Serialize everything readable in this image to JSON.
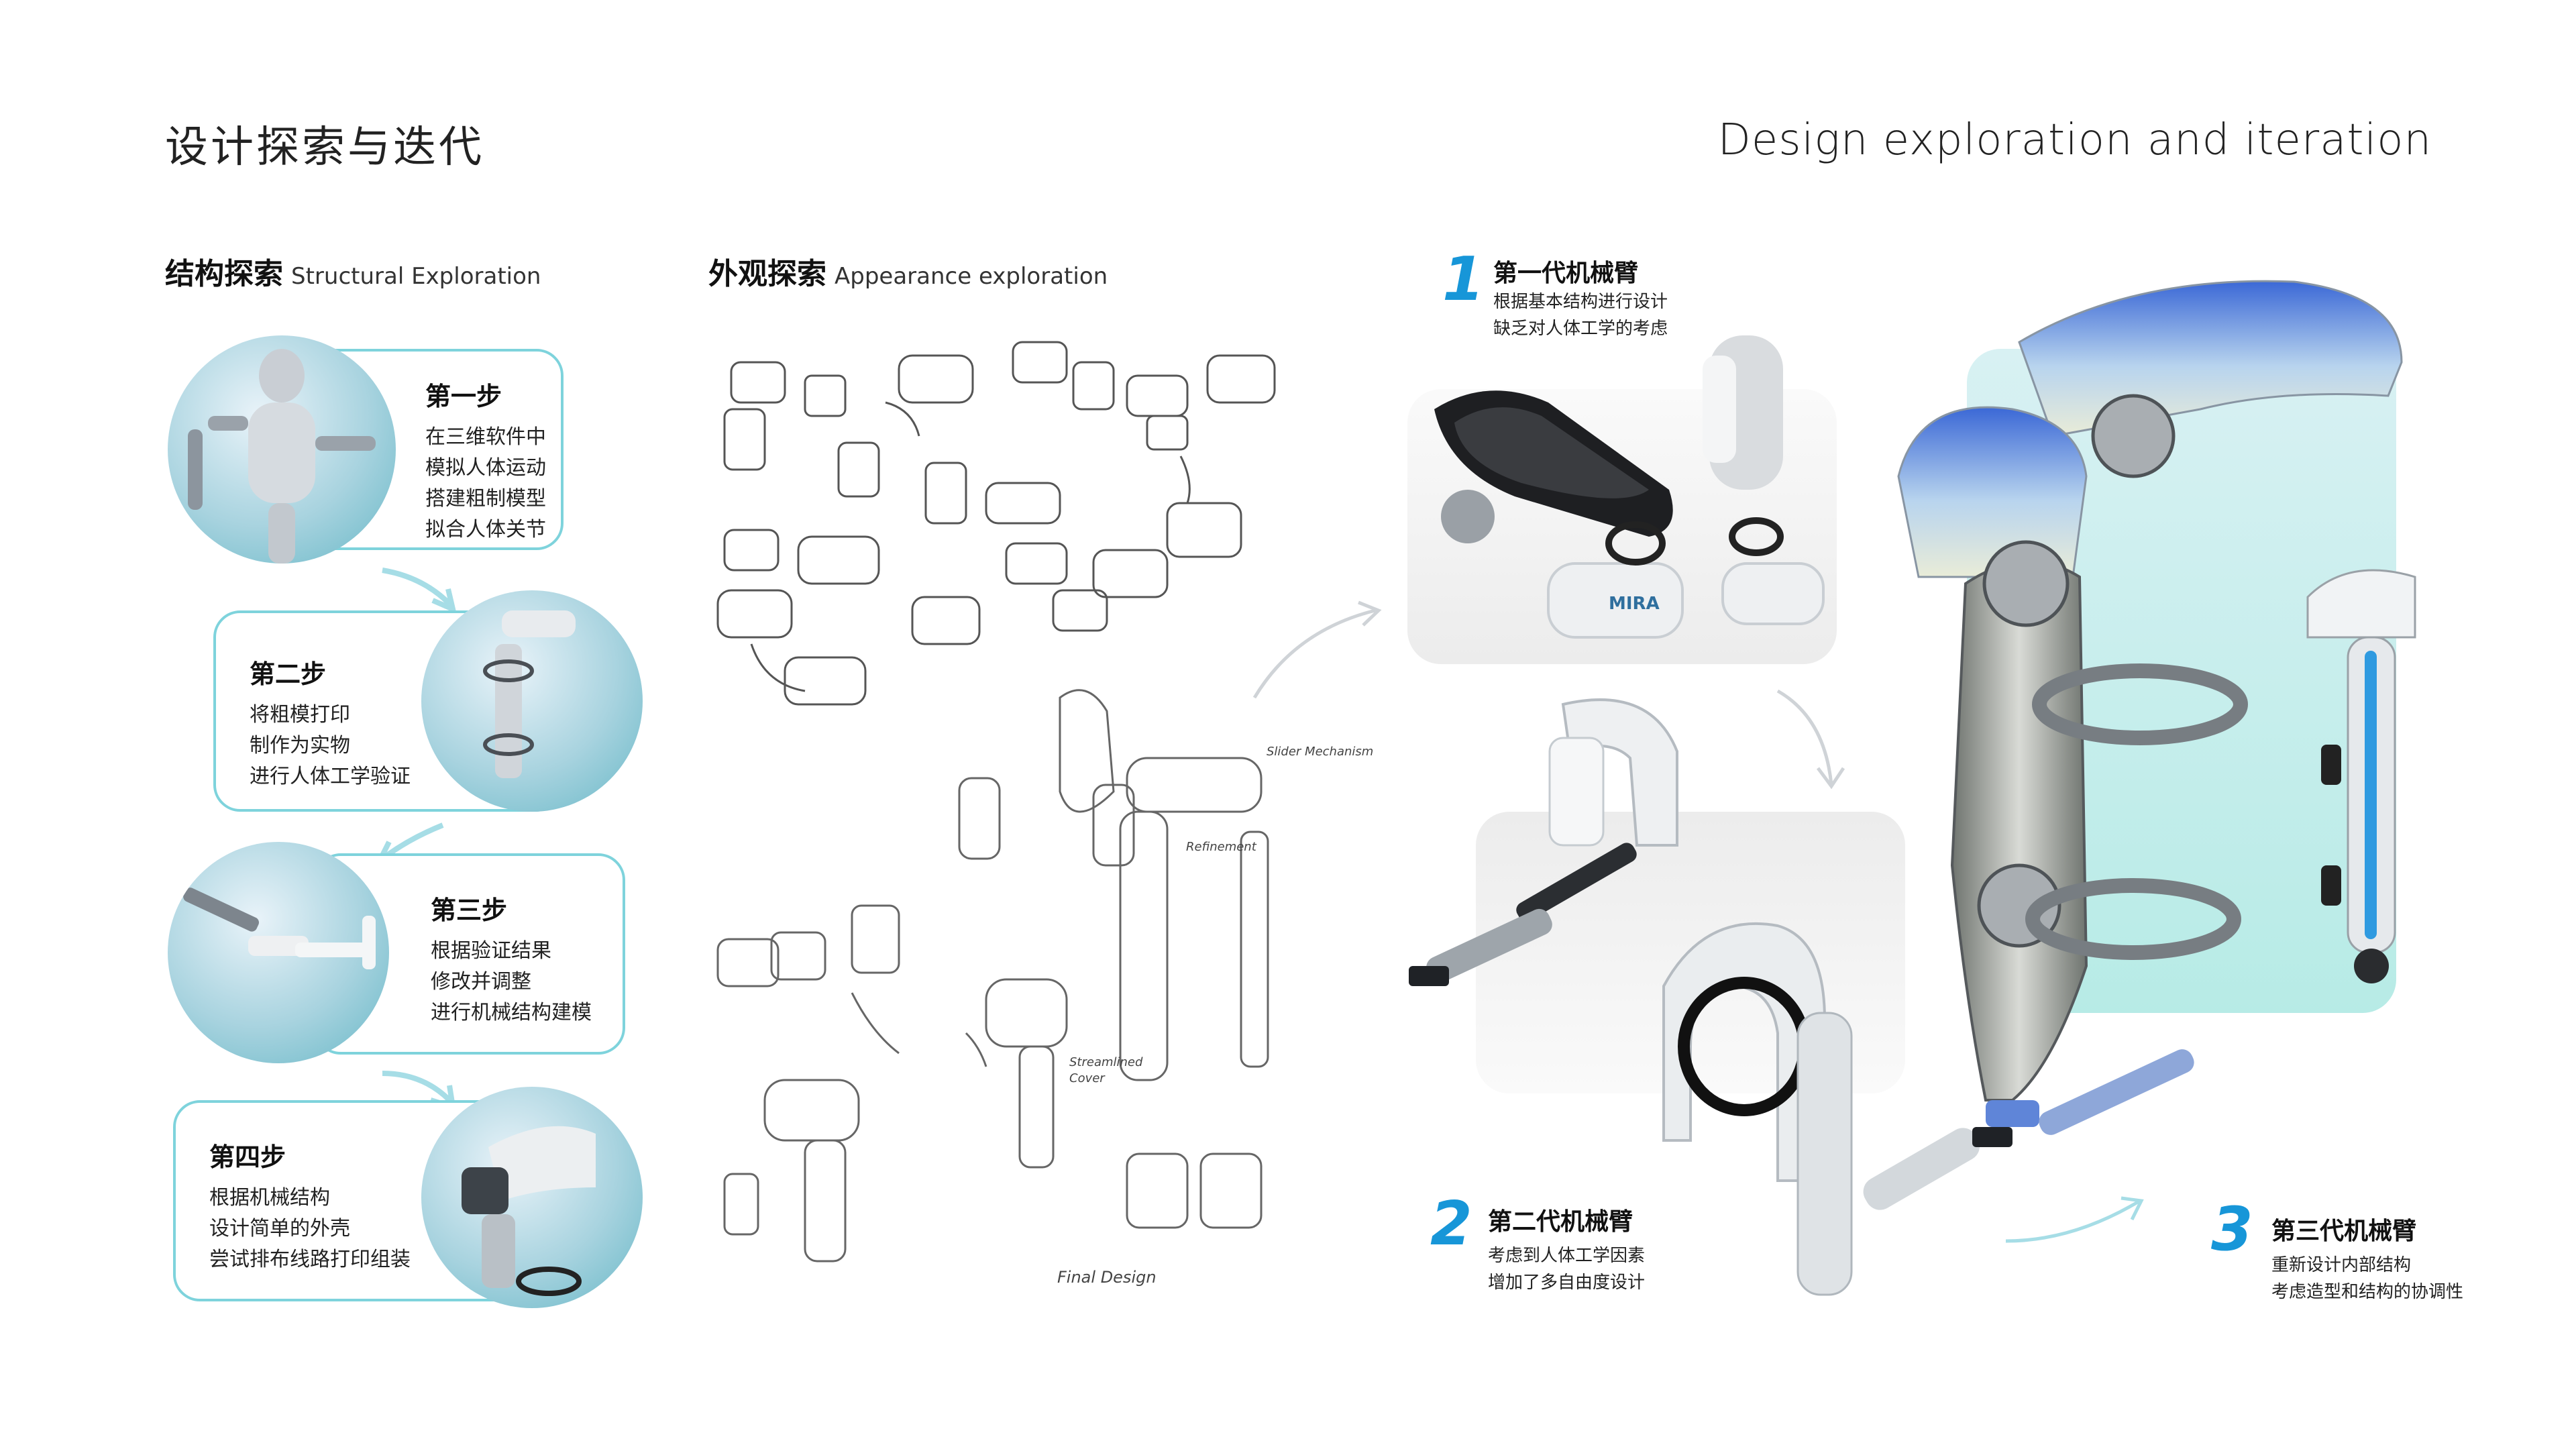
{
  "header": {
    "title_cn": "设计探索与迭代",
    "title_en": "Design exploration and iteration"
  },
  "structural": {
    "title_cn": "结构探索",
    "title_en": "Structural Exploration",
    "steps": [
      {
        "title": "第一步",
        "lines": [
          "在三维软件中",
          "模拟人体运动",
          "搭建粗制模型",
          "拟合人体关节"
        ]
      },
      {
        "title": "第二步",
        "lines": [
          "将粗模打印",
          "制作为实物",
          "进行人体工学验证"
        ]
      },
      {
        "title": "第三步",
        "lines": [
          "根据验证结果",
          "修改并调整",
          "进行机械结构建模"
        ]
      },
      {
        "title": "第四步",
        "lines": [
          "根据机械结构",
          "设计简单的外壳",
          "尝试排布线路打印组装"
        ]
      }
    ]
  },
  "appearance": {
    "title_cn": "外观探索",
    "title_en": "Appearance exploration",
    "annotations": {
      "slider": "Slider Mechanism",
      "refinement": "Refinement",
      "streamlined": "Streamlined Cover",
      "final": "Final Design"
    }
  },
  "generations": [
    {
      "num": "1",
      "title": "第一代机械臂",
      "lines": [
        "根据基本结构进行设计",
        "缺乏对人体工学的考虑"
      ],
      "logo": "MIRA"
    },
    {
      "num": "2",
      "title": "第二代机械臂",
      "lines": [
        "考虑到人体工学因素",
        "增加了多自由度设计"
      ]
    },
    {
      "num": "3",
      "title": "第三代机械臂",
      "lines": [
        "重新设计内部结构",
        "考虑造型和结构的协调性"
      ]
    }
  ],
  "colors": {
    "accent": "#1796d8",
    "card_border": "#7ed3dc",
    "teal_panel": "#bfeee9"
  }
}
